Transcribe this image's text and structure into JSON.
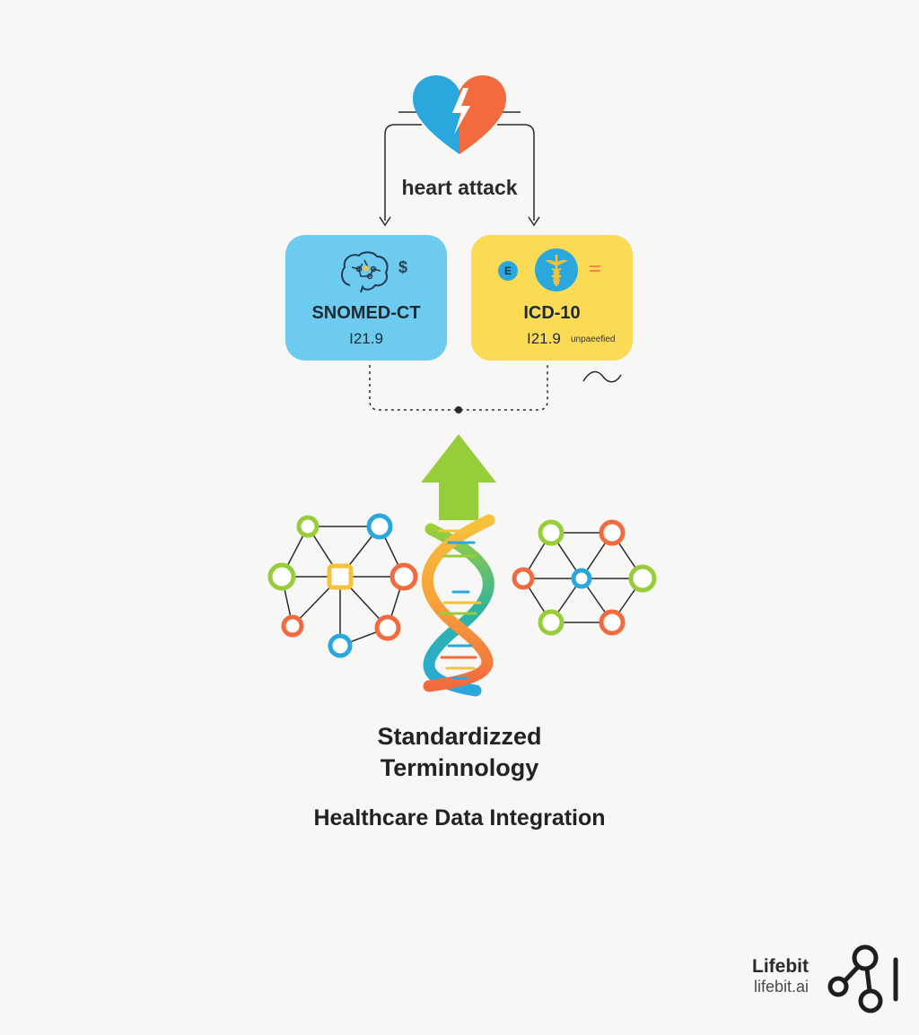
{
  "heart_label": "heart attack",
  "snomed": {
    "title": "SNOMED-CT",
    "code": "I21.9",
    "icon_text": "$"
  },
  "icd": {
    "title": "ICD-10",
    "code": "I21.9",
    "note": "unpaeefied",
    "badge": "E"
  },
  "main_title": {
    "line1": "Standardizzed",
    "line2": "Terminnology"
  },
  "subtitle": "Healthcare Data Integration",
  "brand": {
    "name": "Lifebit",
    "url": "lifebit.ai"
  },
  "colors": {
    "blue": "#2aa8de",
    "orange": "#f26b3f",
    "green": "#98cd3a",
    "yellow": "#f5c33b",
    "box_blue": "#6ccbef",
    "box_yellow": "#fbdb56"
  },
  "icons": [
    "broken-heart-icon",
    "brain-icon",
    "caduceus-icon",
    "arrow-up-icon",
    "dna-helix-icon",
    "network-graph-icon",
    "lifebit-logo-icon"
  ]
}
